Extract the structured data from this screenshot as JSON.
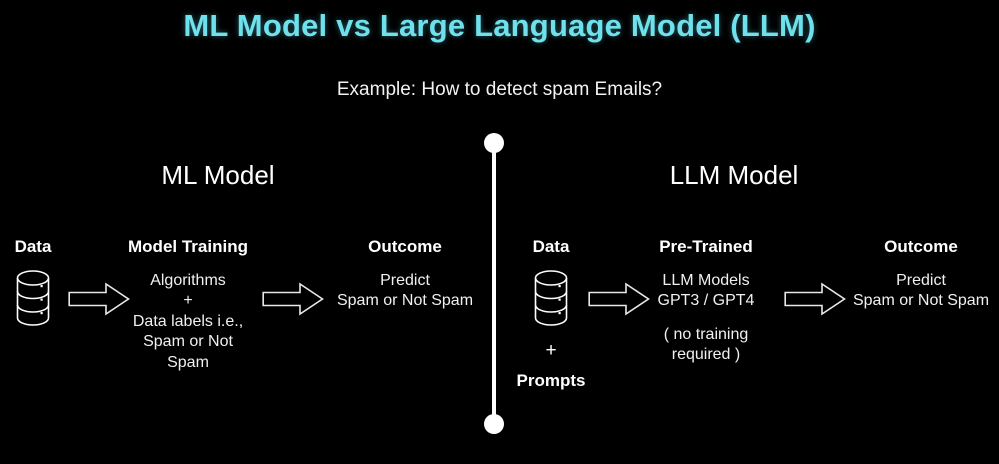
{
  "slide": {
    "background_color": "#000000",
    "title": "ML Model vs Large Language Model (LLM)",
    "title_color": "#6FE1EC",
    "subtitle": "Example: How to detect spam Emails?",
    "text_color": "#ffffff"
  },
  "sections": {
    "ml": {
      "heading": "ML Model",
      "columns": [
        {
          "head": "Data",
          "icon": "database-icon",
          "body": [],
          "plus": null,
          "extra": null
        },
        {
          "head": "Model Training",
          "icon": null,
          "body": [
            "Algorithms",
            "+",
            "Data labels i.e.,",
            "Spam or Not",
            "Spam"
          ],
          "plus": null,
          "extra": null
        },
        {
          "head": "Outcome",
          "icon": null,
          "body": [
            "Predict",
            "Spam or Not Spam"
          ],
          "plus": null,
          "extra": null
        }
      ]
    },
    "llm": {
      "heading": "LLM Model",
      "columns": [
        {
          "head": "Data",
          "icon": "database-icon",
          "body": [],
          "plus": "+",
          "extra": "Prompts"
        },
        {
          "head": "Pre-Trained",
          "icon": null,
          "body": [
            "LLM Models",
            "GPT3 / GPT4",
            "( no training",
            "required )"
          ],
          "plus": null,
          "extra": null
        },
        {
          "head": "Outcome",
          "icon": null,
          "body": [
            "Predict",
            "Spam or Not Spam"
          ],
          "plus": null,
          "extra": null
        }
      ]
    }
  },
  "arrows": [
    {
      "name": "arrow-ml-data-to-training"
    },
    {
      "name": "arrow-ml-training-to-outcome"
    },
    {
      "name": "arrow-llm-data-to-pretrained"
    },
    {
      "name": "arrow-llm-pretrained-to-outcome"
    }
  ],
  "divider": {
    "name": "vertical-divider",
    "color": "#ffffff",
    "endpoints": [
      "top-dot",
      "bottom-dot"
    ]
  }
}
